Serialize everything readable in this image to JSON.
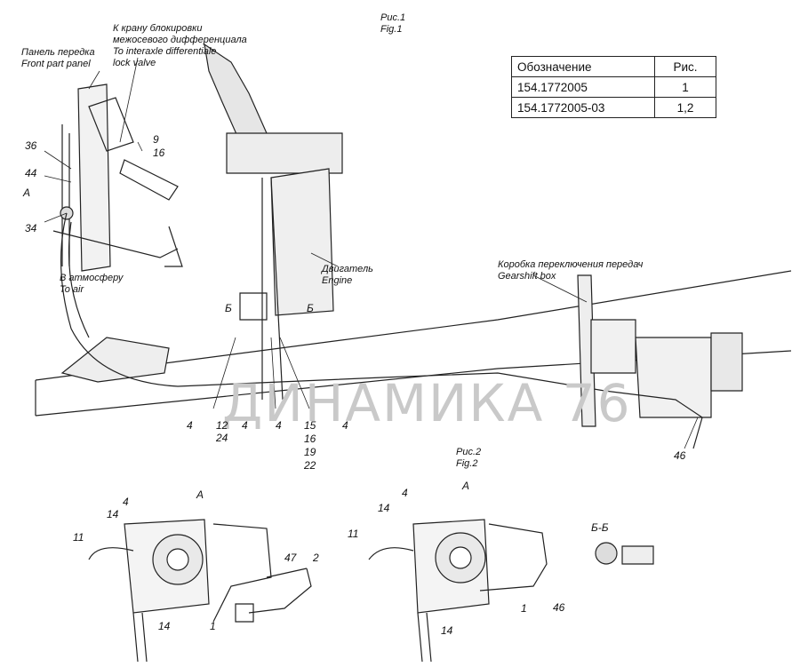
{
  "fig1": {
    "title_ru": "Рис.1",
    "title_en": "Fig.1"
  },
  "fig2": {
    "title_ru": "Рис.2",
    "title_en": "Fig.2"
  },
  "table": {
    "headers": [
      "Обозначение",
      "Рис."
    ],
    "rows": [
      [
        "154.1772005",
        "1"
      ],
      [
        "154.1772005-03",
        "1,2"
      ]
    ]
  },
  "labels": {
    "lock_valve": [
      "К крану блокировки",
      "межосевого дифференциала",
      "To interaxle differentiale",
      "lock valve"
    ],
    "front_panel": [
      "Панель передка",
      "Front part panel"
    ],
    "atmosphere": [
      "В атмосферу",
      "To air"
    ],
    "engine": [
      "Двигатель",
      "Engine"
    ],
    "gearbox": [
      "Коробка переключения передач",
      "Gearshift box"
    ],
    "view_a": "A",
    "section_mark": "Б",
    "section_bb": "Б-Б"
  },
  "callouts": {
    "n36": "36",
    "n44": "44",
    "n34": "34",
    "n9": "9",
    "n16a": "16",
    "n4a": "4",
    "n12": "12",
    "n24": "24",
    "n4b": "4",
    "n4c": "4",
    "n15": "15",
    "n16b": "16",
    "n19": "19",
    "n22": "22",
    "n4d": "4",
    "n46a": "46",
    "f2a_4": "4",
    "f2a_14a": "14",
    "f2a_11": "11",
    "f2a_47": "47",
    "f2a_2": "2",
    "f2a_1": "1",
    "f2a_14b": "14",
    "f2b_4": "4",
    "f2b_14a": "14",
    "f2b_11": "11",
    "f2b_1": "1",
    "f2b_46": "46",
    "f2b_14b": "14"
  },
  "watermark": "ДИНАМИКА 76"
}
